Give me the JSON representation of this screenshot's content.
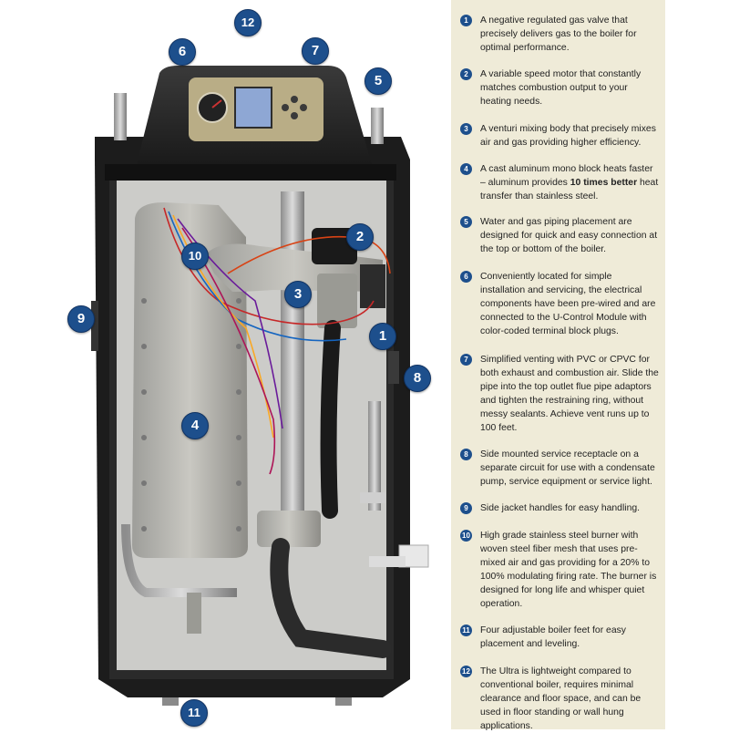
{
  "callouts": [
    "1",
    "2",
    "3",
    "4",
    "5",
    "6",
    "7",
    "8",
    "9",
    "10",
    "11",
    "12"
  ],
  "legend": [
    {
      "num": "1",
      "text": "A negative regulated gas valve that precisely delivers gas to the boiler for optimal performance."
    },
    {
      "num": "2",
      "text": "A variable speed motor that constantly matches combustion output to your heating needs."
    },
    {
      "num": "3",
      "text": "A venturi mixing body that precisely mixes air and gas providing higher efficiency."
    },
    {
      "num": "4",
      "text_before": "A cast aluminum mono block heats faster – aluminum provides ",
      "text_bold": "10 times better",
      "text_after": " heat transfer than stainless steel."
    },
    {
      "num": "5",
      "text": "Water and gas piping placement are designed for quick and easy connection at the top or bottom of the boiler."
    },
    {
      "num": "6",
      "text": "Conveniently located for simple installation and servicing, the electrical components have been pre-wired and are connected to the U-Control Module with color-coded terminal block plugs."
    },
    {
      "num": "7",
      "text": "Simplified venting with PVC or CPVC for both exhaust and combustion air. Slide the pipe into the top outlet flue pipe adaptors and tighten the restraining ring, without messy sealants. Achieve vent runs up to 100 feet."
    },
    {
      "num": "8",
      "text": "Side mounted service receptacle on a separate circuit for use with a condensate pump, service equipment or service light."
    },
    {
      "num": "9",
      "text": "Side jacket handles for easy handling."
    },
    {
      "num": "10",
      "text": "High grade stainless steel burner with woven steel fiber mesh that uses pre-mixed air and gas providing for a 20% to 100% modulating firing rate. The burner is designed for long life and whisper quiet operation."
    },
    {
      "num": "11",
      "text": "Four adjustable boiler feet for easy placement and leveling."
    },
    {
      "num": "12",
      "text": "The Ultra is lightweight compared to conventional boiler, requires minimal clearance and floor space, and can be used in floor standing or wall hung applications."
    }
  ]
}
